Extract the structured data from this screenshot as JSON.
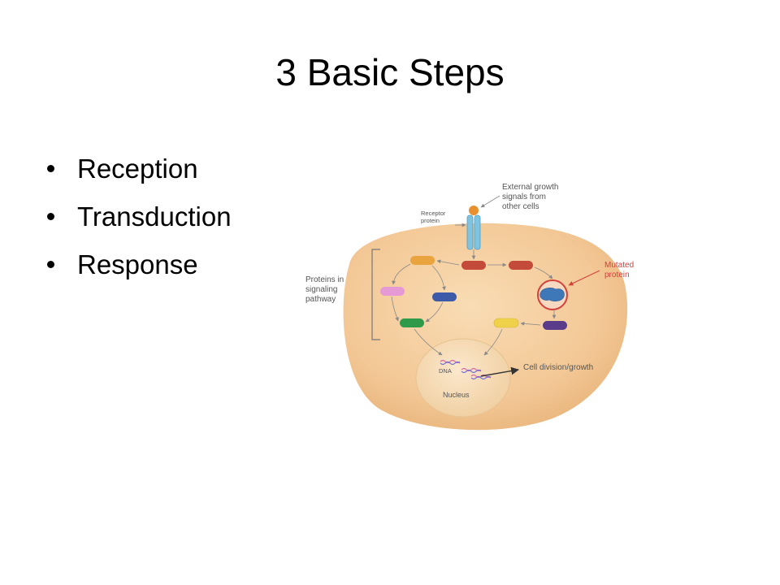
{
  "title": "3 Basic Steps",
  "bullets": [
    "Reception",
    "Transduction",
    "Response"
  ],
  "diagram": {
    "labels": {
      "external_line1": "External growth",
      "external_line2": "signals from",
      "external_line3": "other cells",
      "receptor_line1": "Receptor",
      "receptor_line2": "protein",
      "proteins_line1": "Proteins in",
      "proteins_line2": "signaling",
      "proteins_line3": "pathway",
      "mutated_line1": "Mutated",
      "mutated_line2": "protein",
      "dna": "DNA",
      "nucleus": "Nucleus",
      "cell_division": "Cell division/growth"
    },
    "colors": {
      "cytoplasm": "#f3c896",
      "nucleus": "#f6dcb6",
      "mutated_accent": "#d5403a",
      "receptor": "#7fc3e0",
      "signal": "#e8902e"
    }
  }
}
